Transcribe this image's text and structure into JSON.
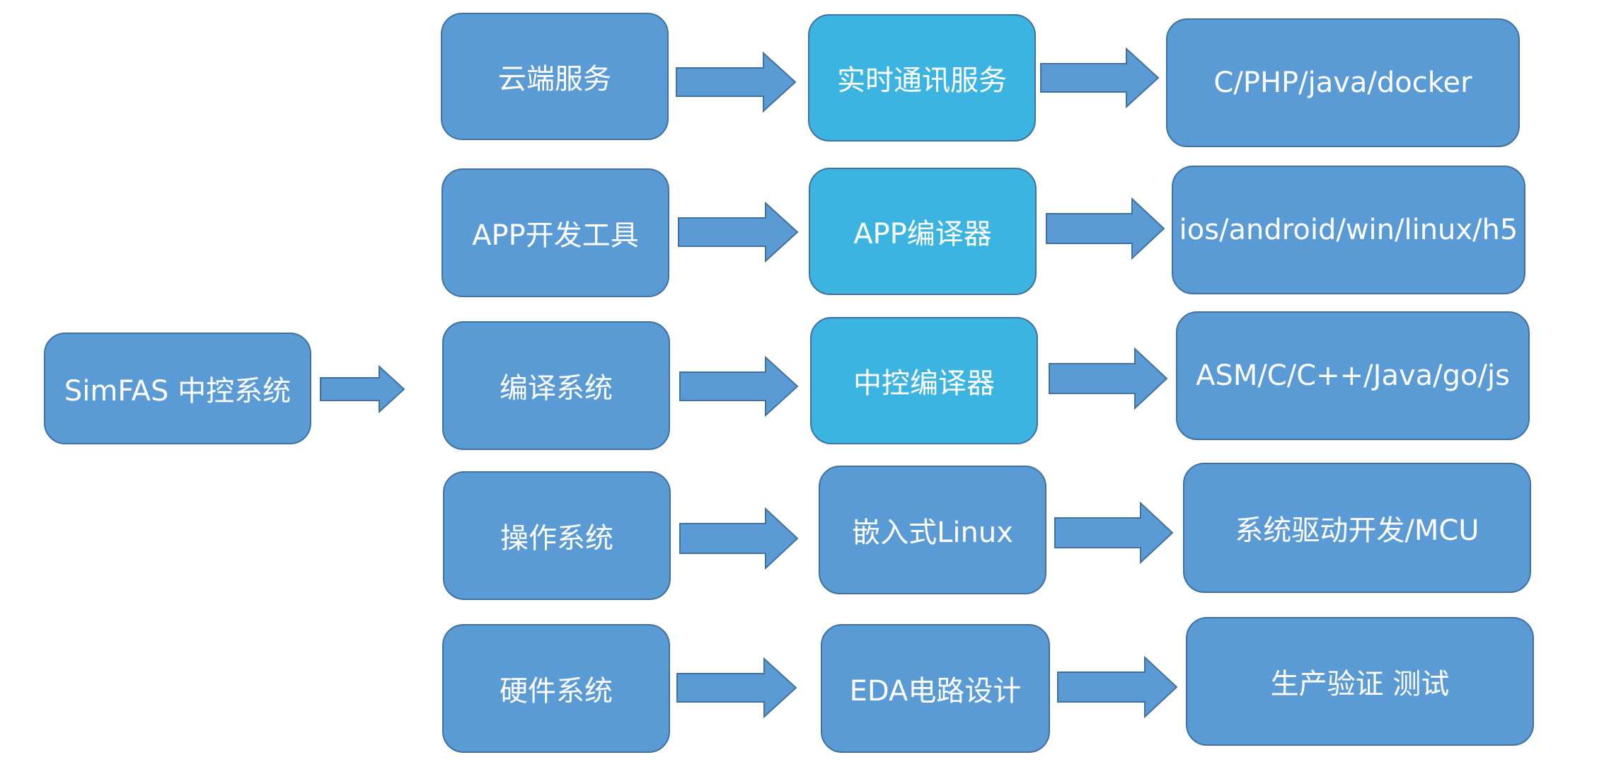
{
  "root": {
    "label": "SimFAS 中控系统"
  },
  "rows": [
    {
      "category": "云端服务",
      "component": "实时通讯服务",
      "output": "C/PHP/java/docker"
    },
    {
      "category": "APP开发工具",
      "component": "APP编译器",
      "output": "ios/android/win/linux/h5"
    },
    {
      "category": "编译系统",
      "component": "中控编译器",
      "output": "ASM/C/C++/Java/go/js"
    },
    {
      "category": "操作系统",
      "component": "嵌入式Linux",
      "output": "系统驱动开发/MCU"
    },
    {
      "category": "硬件系统",
      "component": "EDA电路设计",
      "output": "生产验证 测试"
    }
  ],
  "colors": {
    "box_fill": "#5b9bd5",
    "box_fill_highlight": "#3cb4e2",
    "box_border": "#41719c",
    "text": "#ffffff"
  }
}
